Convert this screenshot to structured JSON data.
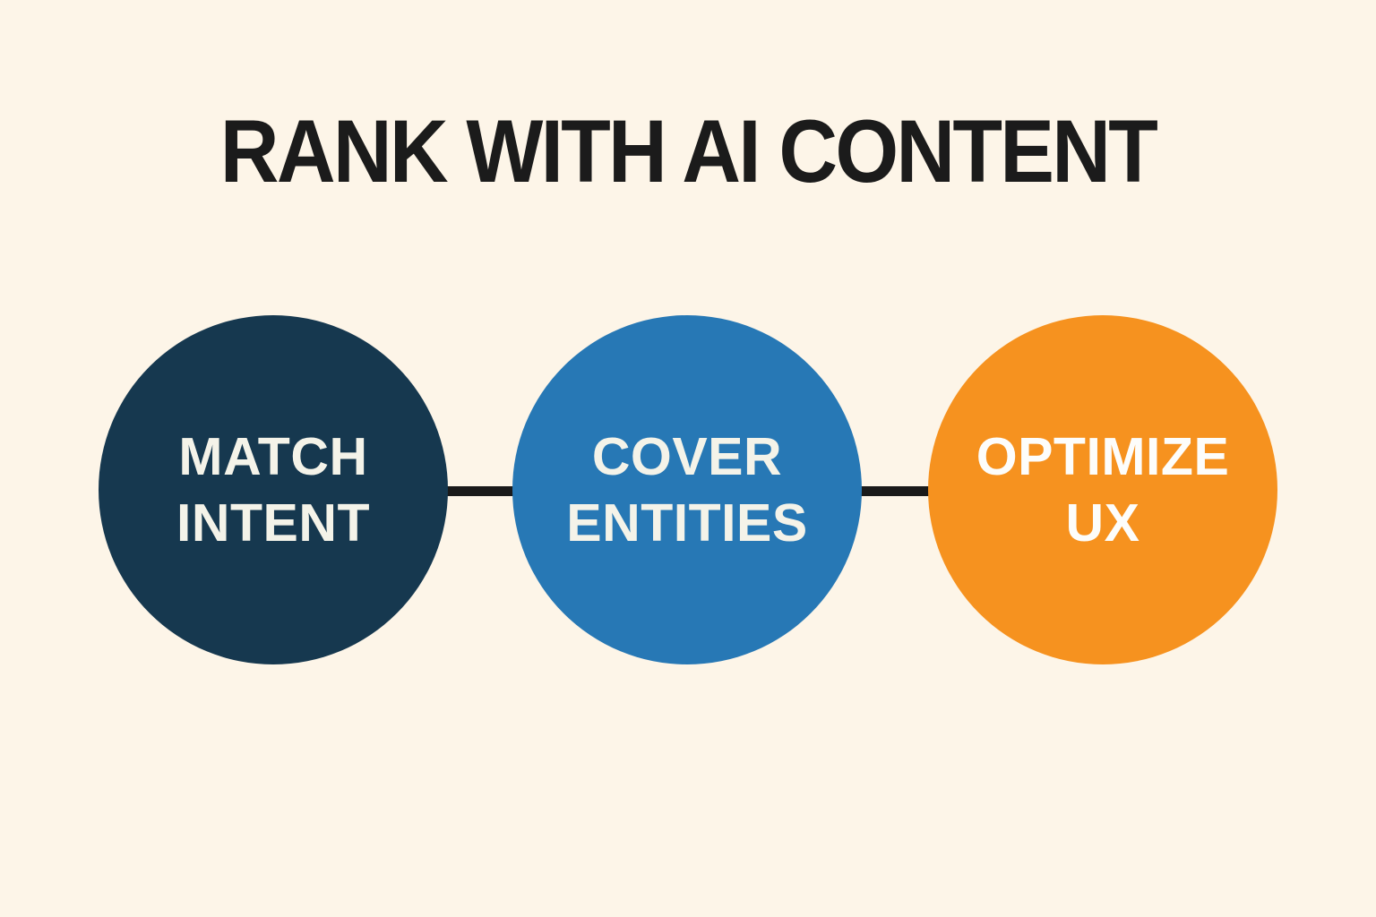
{
  "title": "RANK WITH AI CONTENT",
  "colors": {
    "background": "#FDF5E8",
    "title_text": "#1B1B1B",
    "connector": "#1A1A1A",
    "label_text_light": "#F4F3E9",
    "label_text_white": "#FDFDFB"
  },
  "steps": [
    {
      "line1": "MATCH",
      "line2": "INTENT",
      "circle_color": "#16384F"
    },
    {
      "line1": "COVER",
      "line2": "ENTITIES",
      "circle_color": "#2778B5"
    },
    {
      "line1": "OPTIMIZE",
      "line2": "UX",
      "circle_color": "#F6921F"
    }
  ]
}
